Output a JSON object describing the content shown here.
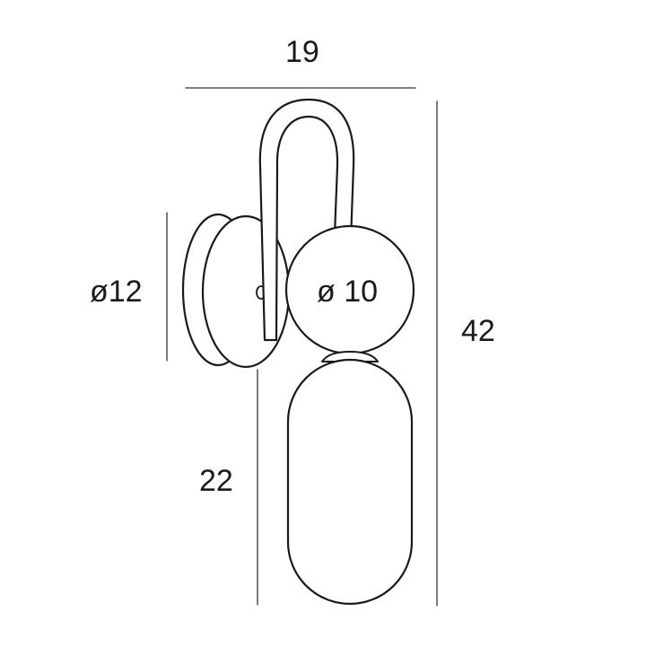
{
  "colors": {
    "stroke": "#1a1a1a",
    "dimension_line": "#333333",
    "background": "#ffffff"
  },
  "dimensions": {
    "overall_width": "19",
    "wall_plate_diameter": "ø12",
    "globe_diameter": "ø 10",
    "overall_height": "42",
    "shade_height": "22"
  }
}
